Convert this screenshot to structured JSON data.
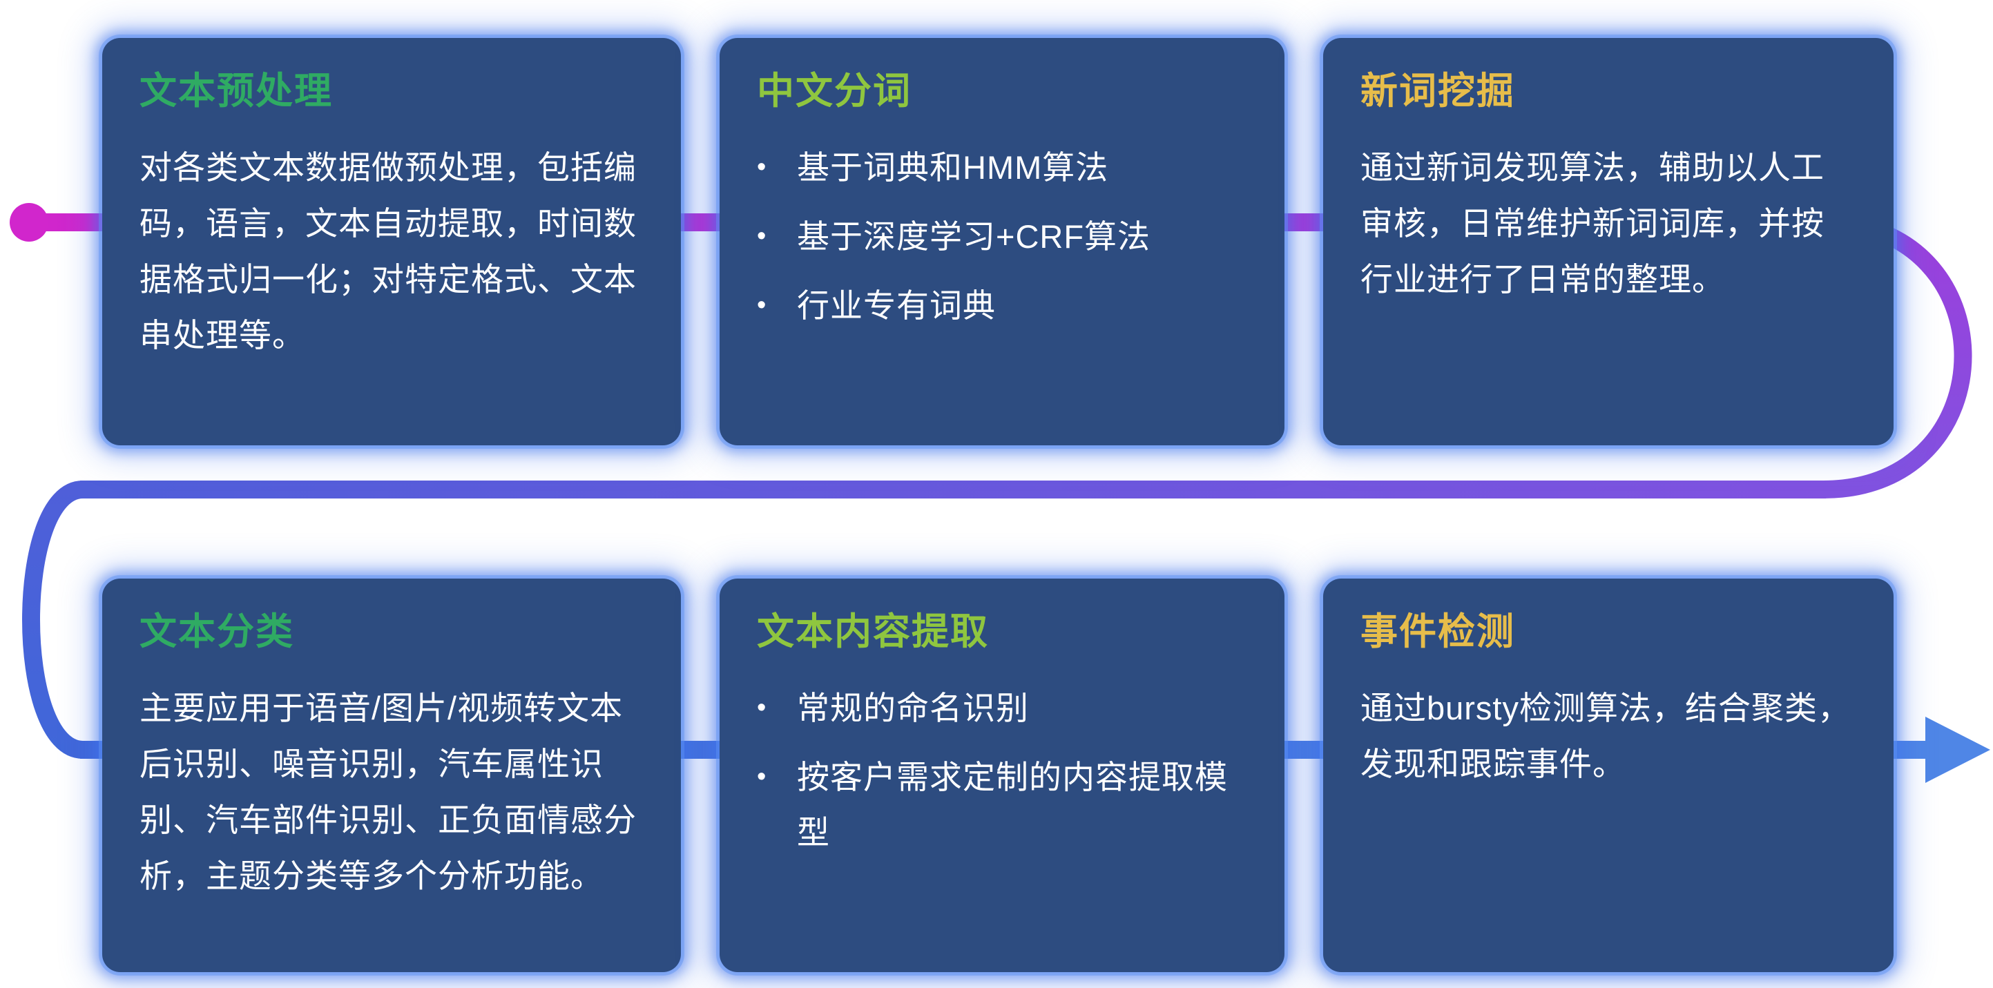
{
  "page": {
    "background_color": "#ffffff"
  },
  "flow_line": {
    "description": "s-shaped-process-flow-connector",
    "start_dot_color": "#d126cc",
    "gradient_colors": [
      "#d126cc",
      "#9c3fdc",
      "#8152e0",
      "#4f5fd9",
      "#4067d9",
      "#4f86e6"
    ],
    "arrow_color": "#4f86e6",
    "arrow_icon": "right-arrow"
  },
  "palette": {
    "card_background": "#2d4c80",
    "card_glow": "#4073eb",
    "title_green": "#2fab63",
    "title_lime": "#8fc63f",
    "title_gold": "#e7bd4a",
    "body_text": "#ffffff"
  },
  "cards": [
    {
      "id": "text-preprocessing",
      "title": "文本预处理",
      "title_color": "#2fab63",
      "body": "对各类文本数据做预处理，包括编码，语言，文本自动提取，时间数据格式归一化；对特定格式、文本串处理等。"
    },
    {
      "id": "chinese-word-segmentation",
      "title": "中文分词",
      "title_color": "#8fc63f",
      "bullets": [
        "基于词典和HMM算法",
        "基于深度学习+CRF算法",
        "行业专有词典"
      ]
    },
    {
      "id": "new-word-mining",
      "title": "新词挖掘",
      "title_color": "#e7bd4a",
      "body": "通过新词发现算法，辅助以人工审核，日常维护新词词库，并按行业进行了日常的整理。"
    },
    {
      "id": "text-classification",
      "title": "文本分类",
      "title_color": "#2fab63",
      "body": "主要应用于语音/图片/视频转文本后识别、噪音识别，汽车属性识别、汽车部件识别、正负面情感分析，主题分类等多个分析功能。"
    },
    {
      "id": "text-content-extraction",
      "title": "文本内容提取",
      "title_color": "#8fc63f",
      "bullets": [
        "常规的命名识别",
        "按客户需求定制的内容提取模型"
      ]
    },
    {
      "id": "event-detection",
      "title": "事件检测",
      "title_color": "#e7bd4a",
      "body": "通过bursty检测算法，结合聚类，发现和跟踪事件。"
    }
  ]
}
